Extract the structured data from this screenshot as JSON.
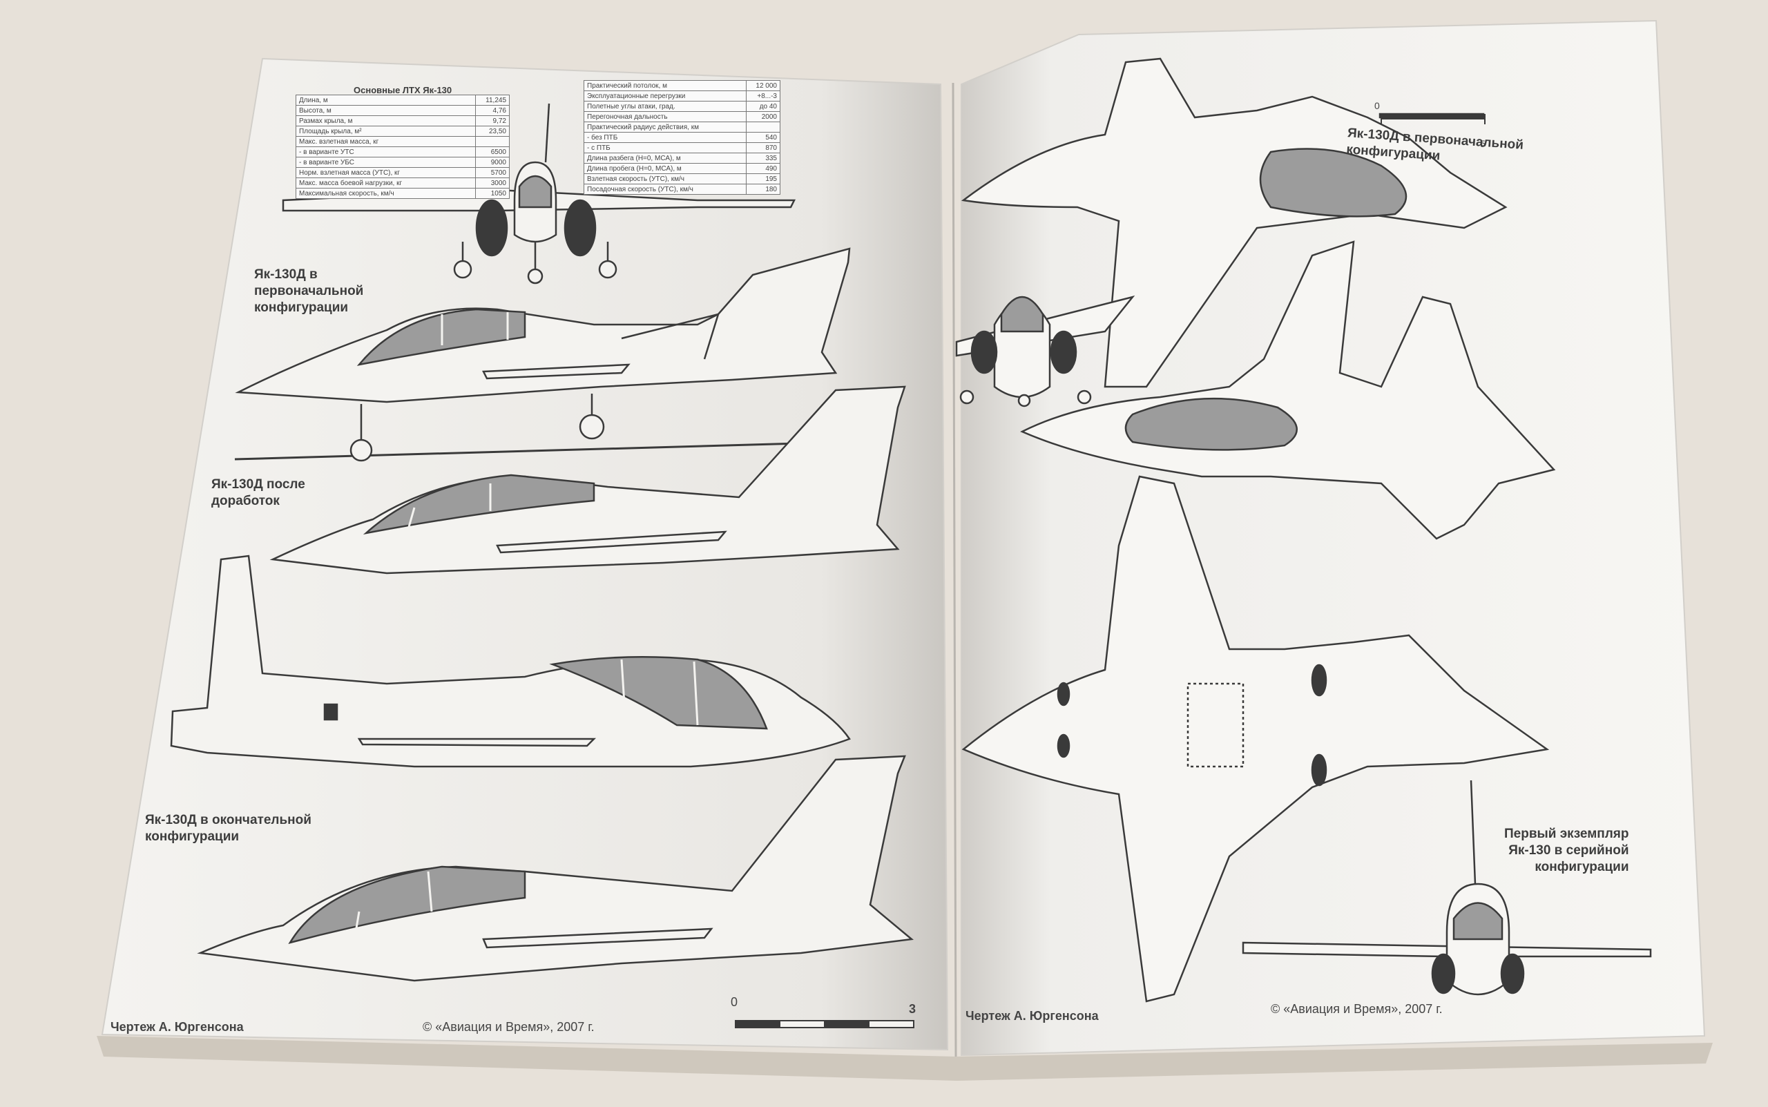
{
  "left_page": {
    "table_title": "Основные ЛТХ Як-130",
    "table_left": [
      [
        "Длина, м",
        "11,245"
      ],
      [
        "Высота, м",
        "4,76"
      ],
      [
        "Размах крыла, м",
        "9,72"
      ],
      [
        "Площадь крыла, м²",
        "23,50"
      ],
      [
        "Макс. взлетная масса, кг",
        ""
      ],
      [
        "- в варианте УТС",
        "6500"
      ],
      [
        "- в варианте УБС",
        "9000"
      ],
      [
        "Норм. взлетная масса (УТС), кг",
        "5700"
      ],
      [
        "Макс. масса боевой нагрузки, кг",
        "3000"
      ],
      [
        "Максимальная скорость, км/ч",
        "1050"
      ]
    ],
    "table_right": [
      [
        "Практический потолок, м",
        "12 000"
      ],
      [
        "Эксплуатационные перегрузки",
        "+8...-3"
      ],
      [
        "Полетные углы атаки, град.",
        "до 40"
      ],
      [
        "Перегоночная дальность",
        "2000"
      ],
      [
        "Практический радиус действия, км",
        ""
      ],
      [
        "- без ПТБ",
        "540"
      ],
      [
        "- с ПТБ",
        "870"
      ],
      [
        "Длина разбега (H=0, МСА), м",
        "335"
      ],
      [
        "Длина пробега (H=0, МСА), м",
        "490"
      ],
      [
        "Взлетная скорость (УТС), км/ч",
        "195"
      ],
      [
        "Посадочная скорость (УТС), км/ч",
        "180"
      ]
    ],
    "caption_initial": "Як-130Д в\nпервоначальной\nконфигурации",
    "caption_after": "Як-130Д после\nдоработок",
    "caption_final": "Як-130Д в окончательной\nконфигурации",
    "credit": "Чертеж А. Юргенсона",
    "copyright": "© «Авиация и Время», 2007 г.",
    "page_number": "3",
    "scale_zero": "0"
  },
  "right_page": {
    "caption_initial": "Як-130Д в первоначальной\nконфигурации",
    "caption_serial": "Первый экземпляр\nЯк-130 в серийной\nконфигурации",
    "credit": "Чертеж А. Юргенсона",
    "copyright": "© «Авиация и Время», 2007 г.",
    "scale_zero": "0",
    "scale_end": "5"
  },
  "colors": {
    "background": "#e7e1d9",
    "paper": "#f7f6f3",
    "canopy_gray": "#9c9c9c",
    "line": "#3a3a3a"
  }
}
